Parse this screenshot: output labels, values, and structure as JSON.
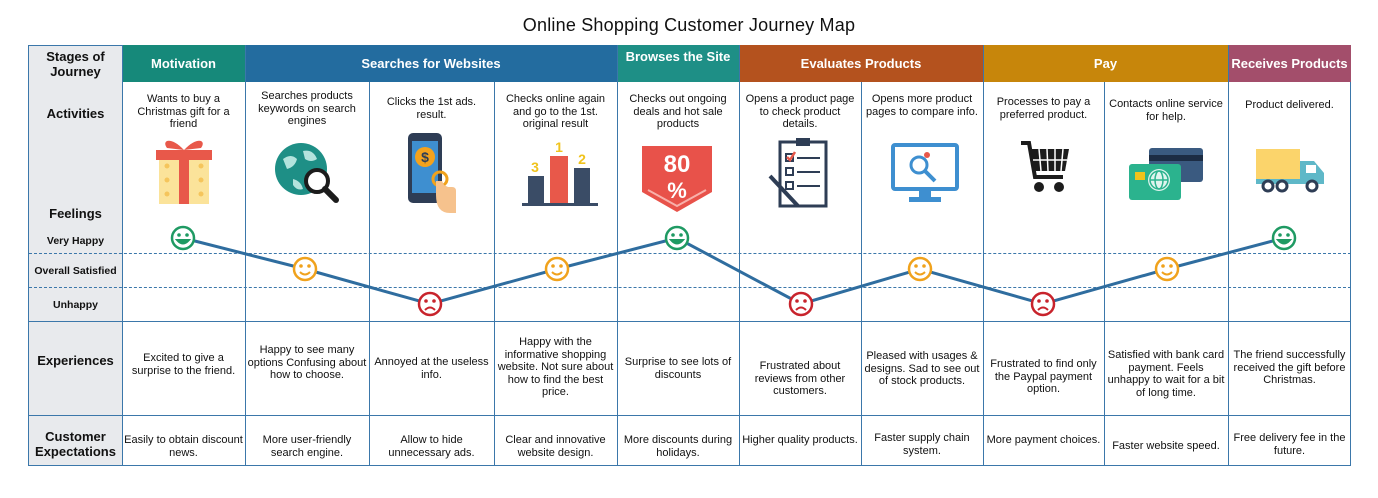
{
  "title": "Online Shopping Customer Journey Map",
  "row_labels": {
    "stages": "Stages of Journey",
    "activities": "Activities",
    "feelings": "Feelings",
    "very_happy": "Very Happy",
    "overall_satisfied": "Overall Satisfied",
    "unhappy": "Unhappy",
    "experiences": "Experiences",
    "expectations": "Customer Expectations"
  },
  "stages": [
    {
      "label": "Motivation",
      "color": "#16897a"
    },
    {
      "label": "Searches for Websites",
      "color": "#236c9f"
    },
    {
      "label": "Browses the Site",
      "color": "#1e8f86"
    },
    {
      "label": "Evaluates Products",
      "color": "#b4521e"
    },
    {
      "label": "Pay",
      "color": "#c7860b"
    },
    {
      "label": "Receives Products",
      "color": "#a34e6b"
    }
  ],
  "columns": [
    {
      "activity": "Wants to buy a Christmas gift for a friend",
      "icon": "gift-icon",
      "feeling": "very-happy",
      "experience": "Excited to give a surprise to the friend.",
      "expectation": "Easily to obtain discount news."
    },
    {
      "activity": "Searches products keywords on search engines",
      "icon": "globe-search-icon",
      "feeling": "satisfied",
      "experience": "Happy to see many options Confusing about how to choose.",
      "expectation": "More user-friendly search engine."
    },
    {
      "activity": "Clicks the 1st ads. result.",
      "icon": "phone-ad-icon",
      "feeling": "unhappy",
      "experience": "Annoyed at the useless info.",
      "expectation": "Allow to hide unnecessary ads."
    },
    {
      "activity": "Checks online again and go to the 1st. original result",
      "icon": "ranking-chart-icon",
      "feeling": "satisfied",
      "experience": "Happy with the informative shopping website. Not sure about how to find the best price.",
      "expectation": "Clear and innovative website design."
    },
    {
      "activity": "Checks out ongoing deals and hot sale products",
      "icon": "discount-tag-icon",
      "feeling": "very-happy",
      "experience": "Surprise to see lots of discounts",
      "expectation": "More discounts during holidays."
    },
    {
      "activity": "Opens a product page to check product details.",
      "icon": "checklist-icon",
      "feeling": "unhappy",
      "experience": "Frustrated about reviews from other customers.",
      "expectation": "Higher quality products."
    },
    {
      "activity": "Opens more product pages to compare info.",
      "icon": "monitor-search-icon",
      "feeling": "satisfied",
      "experience": "Pleased with usages & designs. Sad to see out of stock products.",
      "expectation": "Faster supply chain system."
    },
    {
      "activity": "Processes to pay a preferred product.",
      "icon": "shopping-cart-icon",
      "feeling": "unhappy",
      "experience": "Frustrated to find only the Paypal payment option.",
      "expectation": "More payment choices."
    },
    {
      "activity": "Contacts online service for help.",
      "icon": "credit-card-icon",
      "feeling": "satisfied",
      "experience": "Satisfied with bank card payment. Feels unhappy to wait for a bit of long time.",
      "expectation": "Faster website speed."
    },
    {
      "activity": "Product delivered.",
      "icon": "delivery-truck-icon",
      "feeling": "very-happy",
      "experience": "The friend successfully received the gift before Christmas.",
      "expectation": "Free delivery fee in the future."
    }
  ],
  "discount_text": {
    "top": "80",
    "bottom": "%"
  },
  "ranking_numbers": [
    "3",
    "1",
    "2"
  ],
  "colors": {
    "grid": "#3b77aa",
    "line": "#2f6d9f",
    "face_happy": "#1f9a63",
    "face_satisfied": "#f0a21c",
    "face_unhappy": "#c8232c"
  }
}
